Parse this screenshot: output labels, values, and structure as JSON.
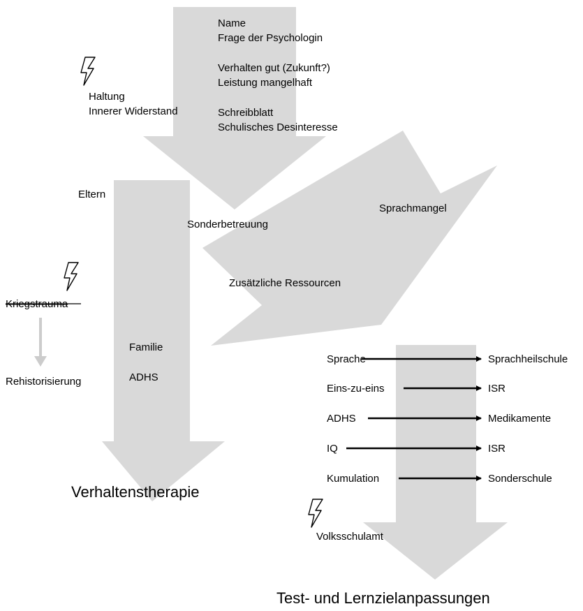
{
  "colors": {
    "arrow_fill": "#d9d9d9",
    "small_arrow": "#cccccc",
    "text": "#000000",
    "line": "#000000"
  },
  "top_arrow": {
    "lines": [
      "Name",
      "Frage der Psychologin",
      "",
      "Verhalten gut (Zukunft?)",
      "Leistung mangelhaft",
      "",
      "Schreibblatt",
      "Schulisches Desinteresse"
    ],
    "left_labels": [
      "Haltung",
      "Innerer Widerstand"
    ],
    "left_icon": "lightning-icon"
  },
  "diagonal_arrow": {
    "labels": [
      "Sprachmangel",
      "Sonderbetreuung",
      "Zusätzliche Ressourcen"
    ]
  },
  "left_arrow": {
    "top_label": "Eltern",
    "inner_labels": [
      "Familie",
      "ADHS"
    ],
    "bottom_label": "Verhaltenstherapie"
  },
  "side_note": {
    "icon": "lightning-icon",
    "struck_label": "Kriegstrauma",
    "arrow_target": "Rehistorisierung"
  },
  "right_arrow": {
    "mappings": [
      {
        "from": "Sprache",
        "to": "Sprachheilschule"
      },
      {
        "from": "Eins-zu-eins",
        "to": "ISR"
      },
      {
        "from": "ADHS",
        "to": "Medikamente"
      },
      {
        "from": "IQ",
        "to": "ISR"
      },
      {
        "from": "Kumulation",
        "to": "Sonderschule"
      }
    ],
    "note_icon": "lightning-icon",
    "note_label": "Volksschulamt",
    "bottom_label": "Test- und Lernzielanpassungen"
  }
}
